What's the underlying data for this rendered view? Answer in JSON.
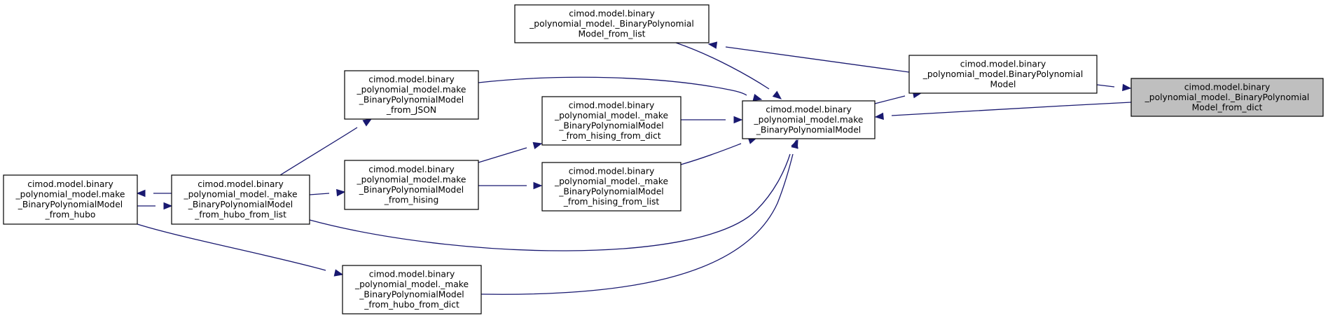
{
  "diagram": {
    "nodes": [
      {
        "id": "from_dict",
        "lines": [
          "cimod.model.binary",
          "_polynomial_model._BinaryPolynomial",
          "Model_from_dict"
        ]
      },
      {
        "id": "BPM",
        "lines": [
          "cimod.model.binary",
          "_polynomial_model.BinaryPolynomial",
          "Model"
        ]
      },
      {
        "id": "from_list",
        "lines": [
          "cimod.model.binary",
          "_polynomial_model._BinaryPolynomial",
          "Model_from_list"
        ]
      },
      {
        "id": "make_BPM",
        "lines": [
          "cimod.model.binary",
          "_polynomial_model.make",
          "_BinaryPolynomialModel"
        ]
      },
      {
        "id": "from_JSON",
        "lines": [
          "cimod.model.binary",
          "_polynomial_model.make",
          "_BinaryPolynomialModel",
          "_from_JSON"
        ]
      },
      {
        "id": "hising_dict",
        "lines": [
          "cimod.model.binary",
          "_polynomial_model._make",
          "_BinaryPolynomialModel",
          "_from_hising_from_dict"
        ]
      },
      {
        "id": "hising_list",
        "lines": [
          "cimod.model.binary",
          "_polynomial_model._make",
          "_BinaryPolynomialModel",
          "_from_hising_from_list"
        ]
      },
      {
        "id": "from_hising",
        "lines": [
          "cimod.model.binary",
          "_polynomial_model.make",
          "_BinaryPolynomialModel",
          "_from_hising"
        ]
      },
      {
        "id": "hubo_list",
        "lines": [
          "cimod.model.binary",
          "_polynomial_model._make",
          "_BinaryPolynomialModel",
          "_from_hubo_from_list"
        ]
      },
      {
        "id": "from_hubo",
        "lines": [
          "cimod.model.binary",
          "_polynomial_model.make",
          "_BinaryPolynomialModel",
          "_from_hubo"
        ]
      },
      {
        "id": "hubo_dict",
        "lines": [
          "cimod.model.binary",
          "_polynomial_model._make",
          "_BinaryPolynomialModel",
          "_from_hubo_from_dict"
        ]
      }
    ],
    "edges": [
      {
        "from": "BPM",
        "to": "from_dict"
      },
      {
        "from": "from_dict",
        "to": "make_BPM"
      },
      {
        "from": "BPM",
        "to": "from_list"
      },
      {
        "from": "make_BPM",
        "to": "BPM"
      },
      {
        "from": "from_list",
        "to": "make_BPM"
      },
      {
        "from": "from_JSON",
        "to": "make_BPM"
      },
      {
        "from": "hising_dict",
        "to": "make_BPM"
      },
      {
        "from": "hising_list",
        "to": "make_BPM"
      },
      {
        "from": "hubo_list",
        "to": "make_BPM"
      },
      {
        "from": "hubo_dict",
        "to": "make_BPM"
      },
      {
        "from": "from_hising",
        "to": "hising_dict"
      },
      {
        "from": "from_hising",
        "to": "hising_list"
      },
      {
        "from": "hubo_list",
        "to": "from_JSON"
      },
      {
        "from": "hubo_list",
        "to": "from_hising"
      },
      {
        "from": "hubo_list",
        "to": "from_hubo"
      },
      {
        "from": "from_hubo",
        "to": "hubo_list"
      },
      {
        "from": "from_hubo",
        "to": "hubo_dict"
      }
    ]
  }
}
